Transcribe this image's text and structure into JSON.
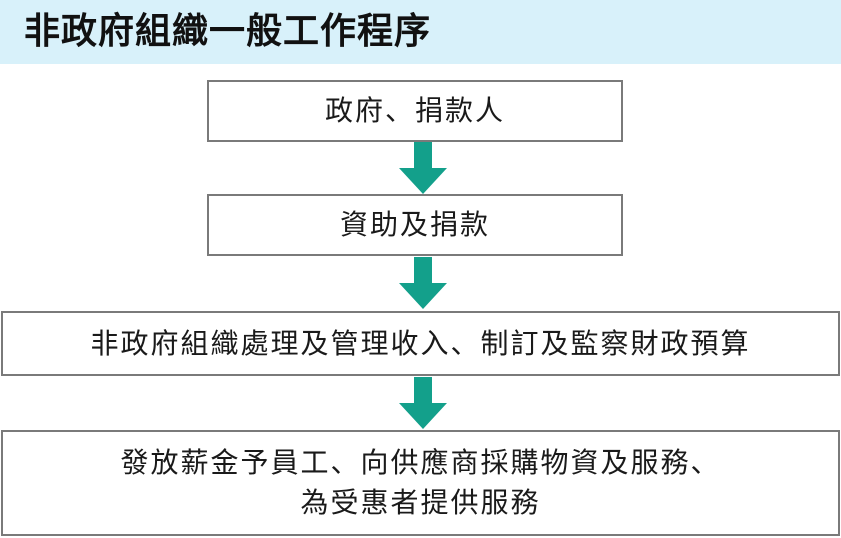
{
  "title": "非政府組織一般工作程序",
  "colors": {
    "title_background": "#d8f1fa",
    "arrow": "#13a08b",
    "box_border": "#7a7a7a"
  },
  "steps": [
    {
      "lines": [
        "政府、捐款人"
      ]
    },
    {
      "lines": [
        "資助及捐款"
      ]
    },
    {
      "lines": [
        "非政府組織處理及管理收入、制訂及監察財政預算"
      ]
    },
    {
      "lines": [
        "發放薪金予員工、向供應商採購物資及服務、",
        "為受惠者提供服務"
      ]
    }
  ],
  "connectors": [
    {
      "from": 1,
      "to": 2,
      "icon": "down-arrow-icon"
    },
    {
      "from": 2,
      "to": 3,
      "icon": "down-arrow-icon"
    },
    {
      "from": 3,
      "to": 4,
      "icon": "down-arrow-icon"
    }
  ]
}
